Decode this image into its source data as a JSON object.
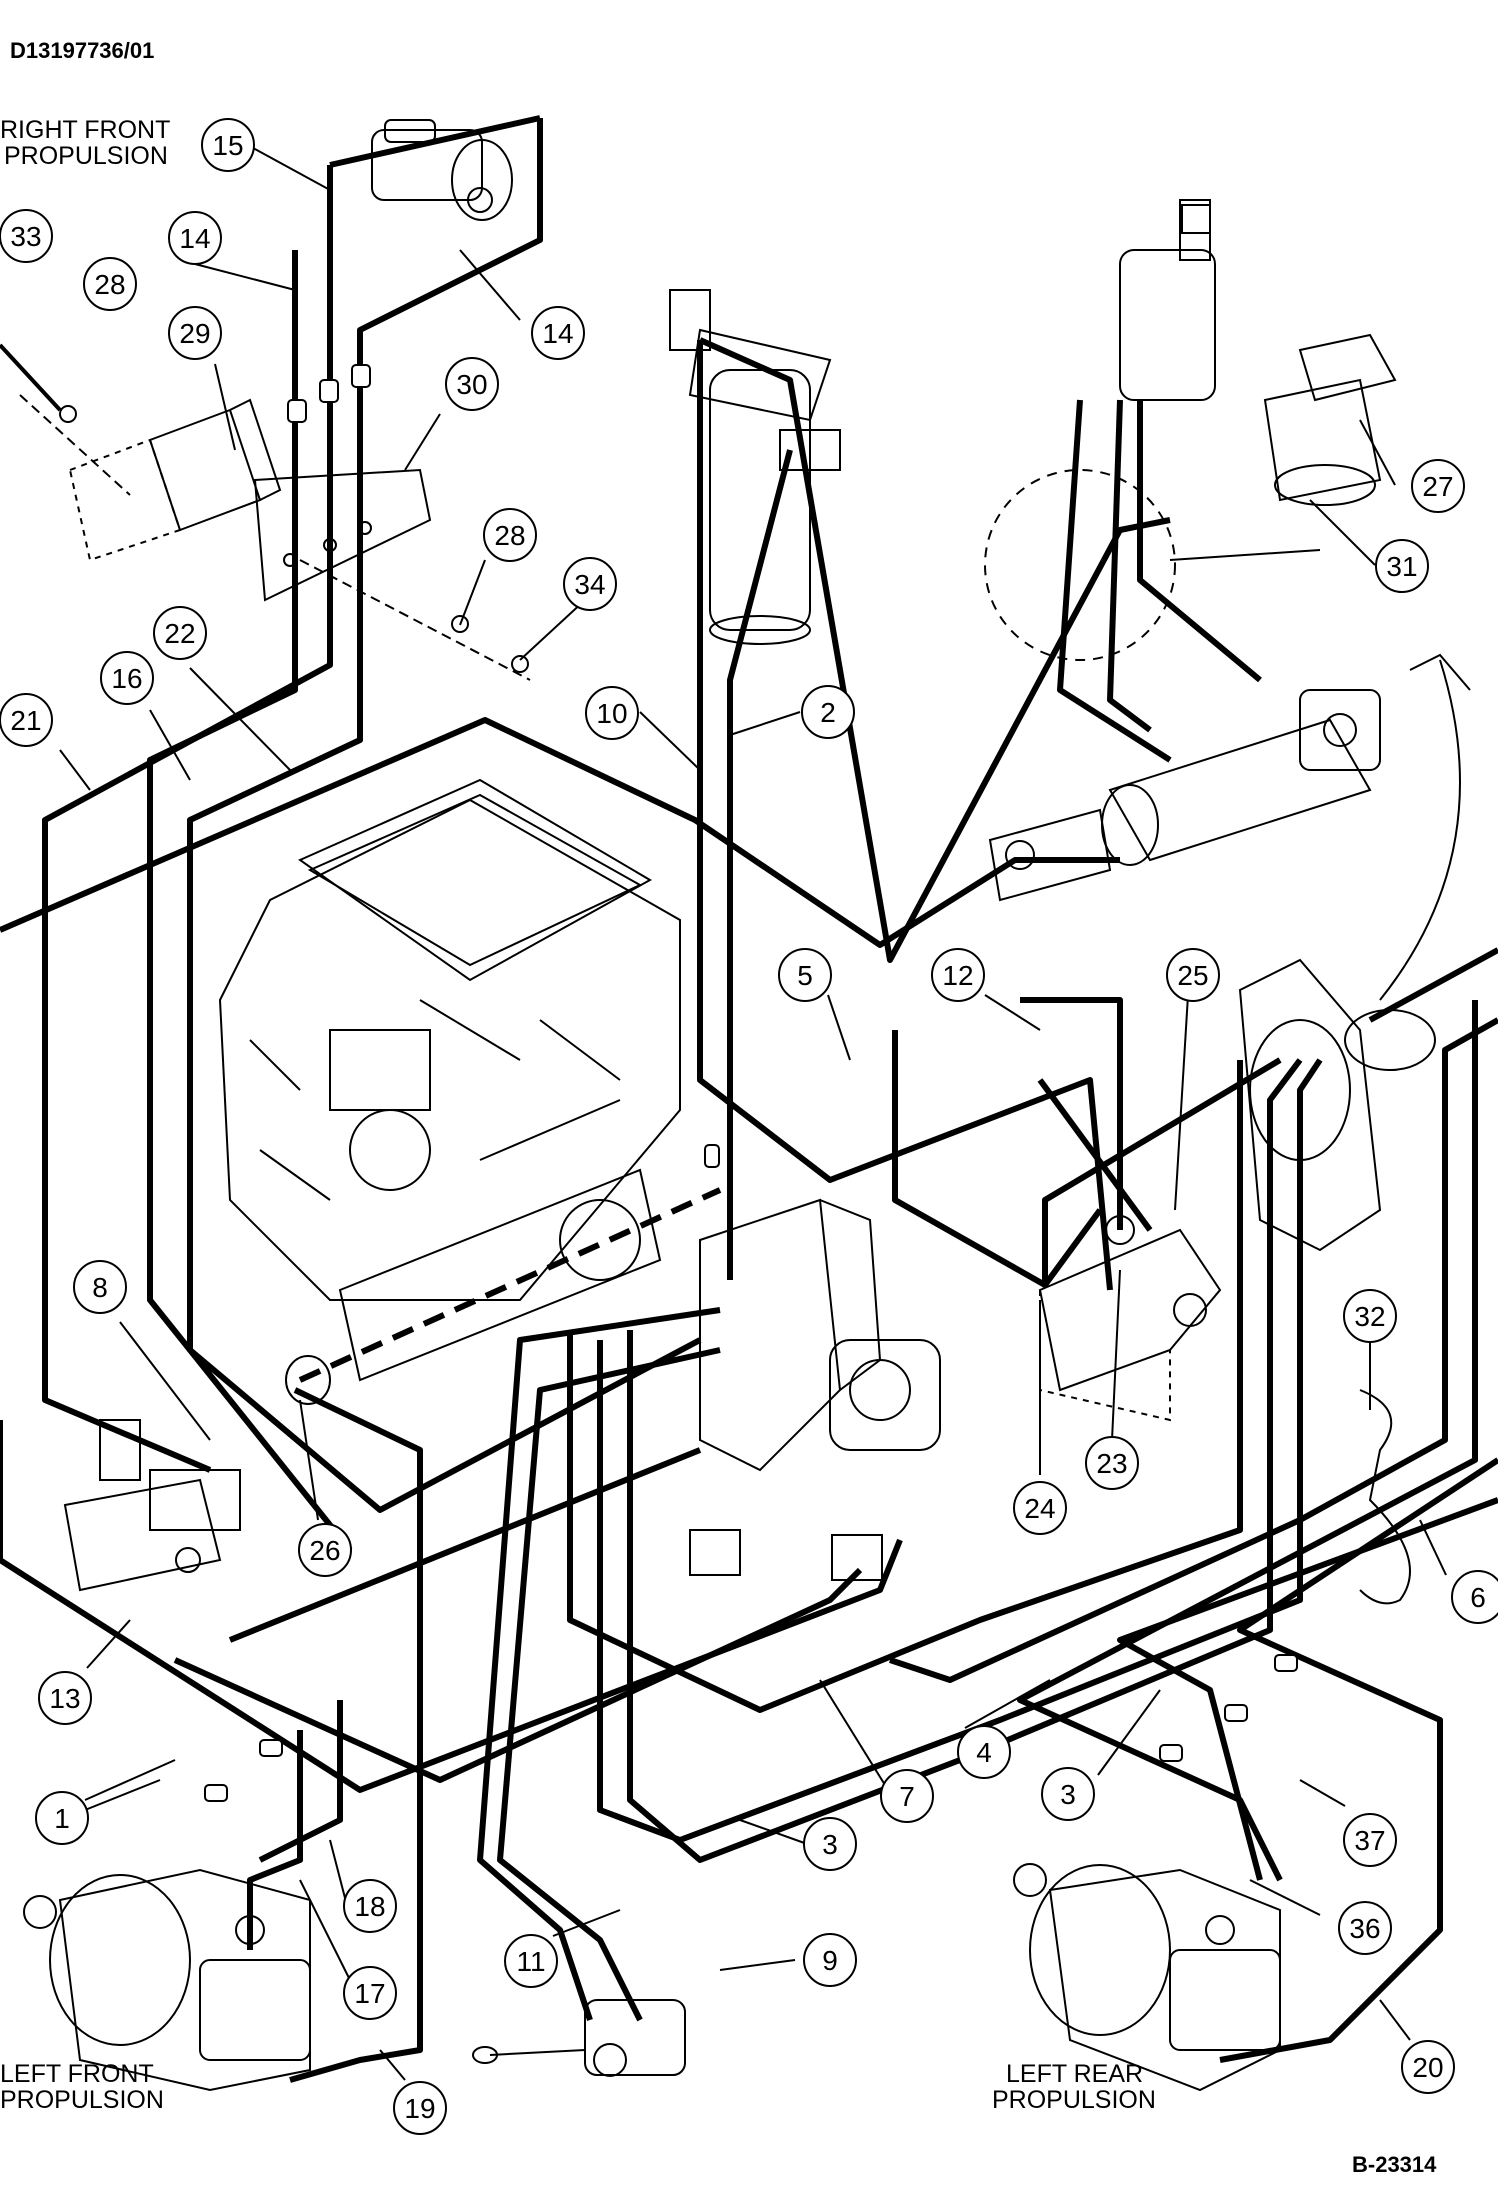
{
  "document_id": "D13197736/01",
  "figure_id": "B-23314",
  "labels": {
    "right_front_1": "RIGHT FRONT",
    "right_front_2": "PROPULSION",
    "left_front_1": "LEFT FRONT",
    "left_front_2": "PROPULSION",
    "left_rear_1": "LEFT REAR",
    "left_rear_2": "PROPULSION"
  },
  "callouts": [
    "15",
    "33",
    "14",
    "28",
    "14",
    "29",
    "30",
    "28",
    "34",
    "21",
    "16",
    "22",
    "10",
    "2",
    "27",
    "31",
    "5",
    "12",
    "25",
    "32",
    "8",
    "26",
    "24",
    "23",
    "6",
    "13",
    "1",
    "7",
    "4",
    "3",
    "3",
    "37",
    "18",
    "17",
    "36",
    "11",
    "9",
    "19",
    "20"
  ],
  "colors": {
    "line": "#000000",
    "background": "#ffffff"
  }
}
